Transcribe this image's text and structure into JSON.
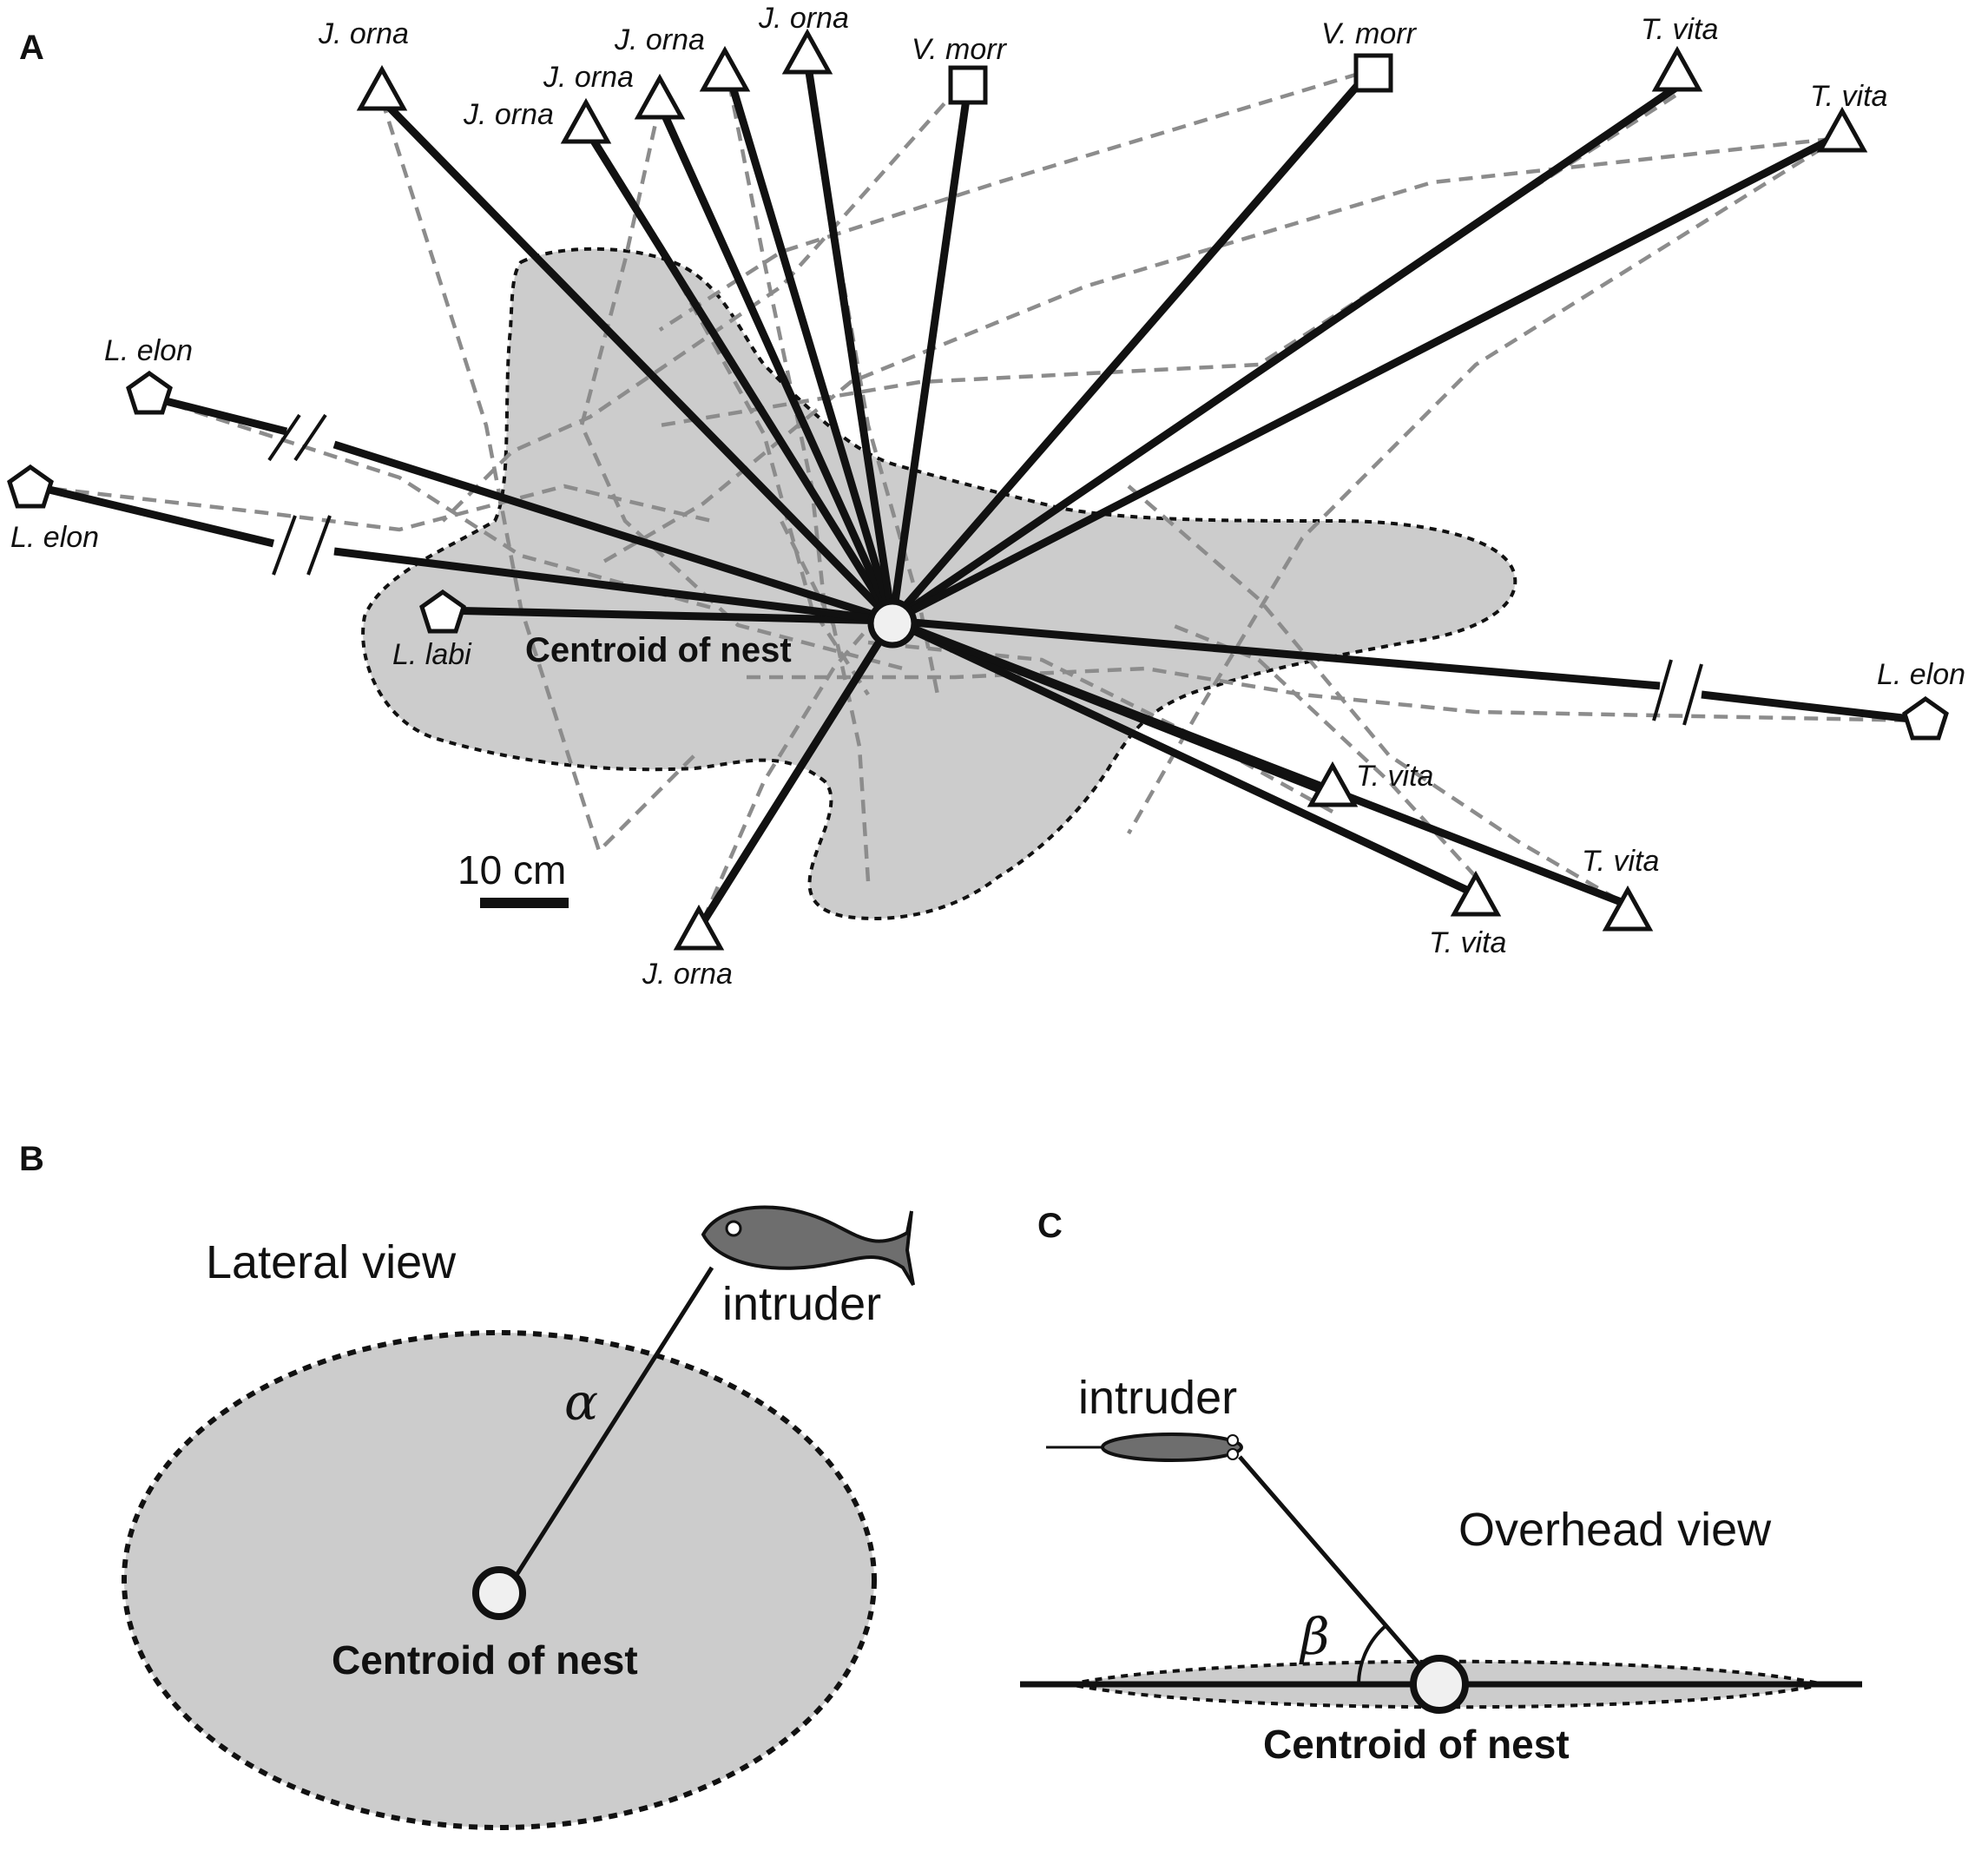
{
  "panelA": {
    "label": "A",
    "centroid_label": "Centroid of nest",
    "scale_label": "10 cm",
    "species": [
      {
        "label": "J. orna",
        "shape": "triangle"
      },
      {
        "label": "J. orna",
        "shape": "triangle"
      },
      {
        "label": "J. orna",
        "shape": "triangle"
      },
      {
        "label": "J. orna",
        "shape": "triangle"
      },
      {
        "label": "J. orna",
        "shape": "triangle"
      },
      {
        "label": "V. morr",
        "shape": "square"
      },
      {
        "label": "V. morr",
        "shape": "square"
      },
      {
        "label": "T. vita",
        "shape": "triangle"
      },
      {
        "label": "T. vita",
        "shape": "triangle"
      },
      {
        "label": "L. elon",
        "shape": "pentagon"
      },
      {
        "label": "L. elon",
        "shape": "pentagon"
      },
      {
        "label": "L. labi",
        "shape": "pentagon"
      },
      {
        "label": "L. elon",
        "shape": "pentagon"
      },
      {
        "label": "T. vita",
        "shape": "triangle"
      },
      {
        "label": "T. vita",
        "shape": "triangle"
      },
      {
        "label": "T. vita",
        "shape": "triangle"
      },
      {
        "label": "J. orna",
        "shape": "triangle"
      }
    ]
  },
  "panelB": {
    "label": "B",
    "view_label": "Lateral view",
    "intruder_label": "intruder",
    "angle_label": "α",
    "centroid_label": "Centroid of nest"
  },
  "panelC": {
    "label": "C",
    "view_label": "Overhead view",
    "intruder_label": "intruder",
    "angle_label": "β",
    "centroid_label": "Centroid of nest"
  },
  "colors": {
    "nest_fill": "#cccccc",
    "solid_line": "#111111",
    "dashed_line": "#8c8c8c"
  }
}
